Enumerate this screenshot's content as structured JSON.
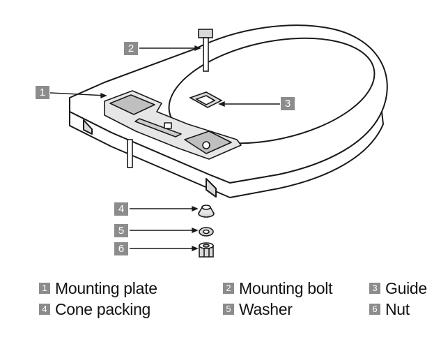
{
  "callouts": [
    {
      "number": "1",
      "label": "Mounting plate"
    },
    {
      "number": "2",
      "label": "Mounting bolt"
    },
    {
      "number": "3",
      "label": "Guide"
    },
    {
      "number": "4",
      "label": "Cone packing"
    },
    {
      "number": "5",
      "label": "Washer"
    },
    {
      "number": "6",
      "label": "Nut"
    }
  ],
  "colors": {
    "badge": "#8c8c8c",
    "line": "#1a1a1a",
    "fill": "#ffffff",
    "shade": "#d9d9d9"
  }
}
